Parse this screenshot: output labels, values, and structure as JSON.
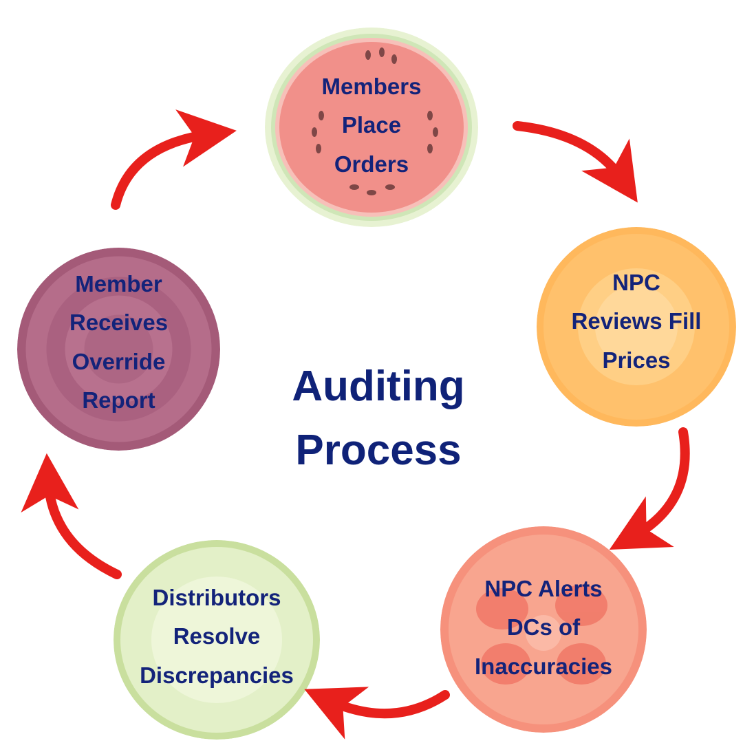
{
  "title": {
    "line1": "Auditing",
    "line2": "Process"
  },
  "steps": [
    {
      "lines": [
        "Members",
        "Place",
        "Orders"
      ],
      "image": "watermelon-slice",
      "color": "#f48f8c"
    },
    {
      "lines": [
        "NPC",
        "Reviews Fill",
        "Prices"
      ],
      "image": "carrot-slice",
      "color": "#ffc872"
    },
    {
      "lines": [
        "NPC Alerts",
        "DCs of",
        "Inaccuracies"
      ],
      "image": "tomato-slice",
      "color": "#f8a28c"
    },
    {
      "lines": [
        "Distributors",
        "Resolve",
        "Discrepancies"
      ],
      "image": "cucumber-slice",
      "color": "#dcefbc"
    },
    {
      "lines": [
        "Member",
        "Receives",
        "Override",
        "Report"
      ],
      "image": "beet-slice",
      "color": "#b06a86"
    }
  ],
  "colors": {
    "text": "#13237a",
    "arrow": "#e8201c"
  }
}
